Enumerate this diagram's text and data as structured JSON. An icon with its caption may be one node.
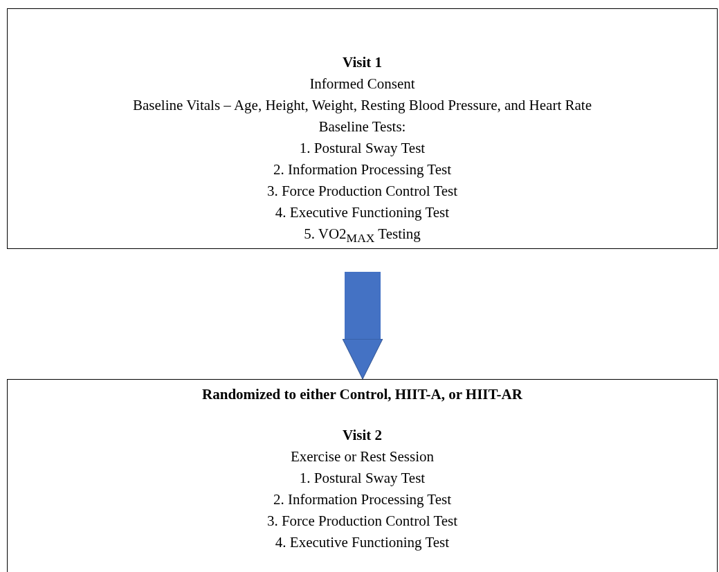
{
  "diagram": {
    "nodes": [
      {
        "text": [
          "Visit 1",
          "Informed Consent",
          "Baseline Vitals – Age, Height, Weight, Resting Blood Pressure, and Heart Rate",
          "Baseline Tests:",
          "1. Postural Sway Test",
          "2. Information Processing Test",
          "3. Force Production Control Test",
          "4. Executive Functioning Test",
          "5. VO2$_{MAX}$ Testing"
        ]
      },
      {
        "text": [
          "Randomized to either Control, HIIT-A, or HIIT-AR",
          "Visit 2",
          "Exercise or Rest Session",
          "1. Postural Sway Test",
          "2. Information Processing Test",
          "3. Force Production Control Test",
          "4. Executive Functioning Test"
        ]
      }
    ],
    "edges": [
      {
        "from": 0,
        "to": 1,
        "arrow": "to"
      }
    ]
  }
}
